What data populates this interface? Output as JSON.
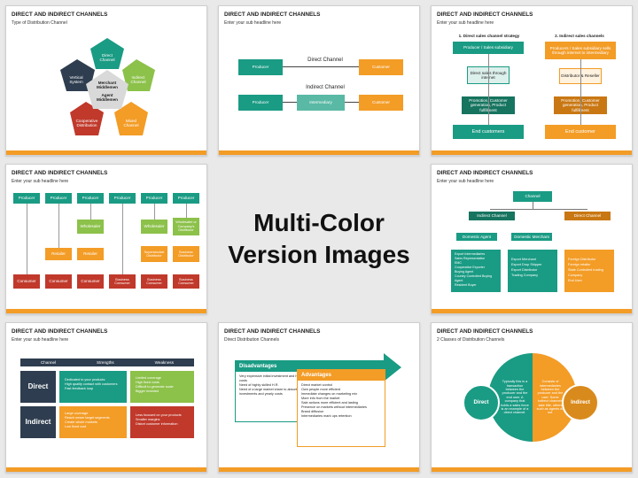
{
  "title": "DIRECT AND INDIRECT CHANNELS",
  "subhead": "Enter your sub headline here",
  "center_label": [
    "Multi-Color",
    "Version Images"
  ],
  "slide1": {
    "subtitle": "Type of Distribution Channel",
    "p1": "Direct Channel",
    "p2": "Indirect Channel",
    "p3": "Mixed Channel",
    "p4": "Cooperative Distribution",
    "p5": "Vertical System",
    "center": "Merchant Middlemen",
    "center2": "Agent Middlemen"
  },
  "slide2": {
    "direct": "Direct Channel",
    "indirect": "Indirect Channel",
    "producer": "Producer",
    "customer": "Customer",
    "intermediary": "Intermediary"
  },
  "slide3": {
    "h1": "1. Direct sales channel strategy",
    "h2": "2. Indirect sales channels",
    "a1": "Producer / Sales subsidiary",
    "a2": "Direct sales through internet",
    "a3": "Promotion, Customer generation, Product fulfillment",
    "a4": "End customers",
    "b1": "Producers / Sales subsidiary sells through internet to intermediary",
    "b2": "Distributor & Reseller",
    "b3": "Promotion, Customer generation, Product fulfillment",
    "b4": "End customer"
  },
  "slide4": {
    "producer": "Producer",
    "wholesaler": "Wholesaler",
    "wholesaler2": "Wholesaler or Company's Distributor",
    "retailer": "Retailer",
    "superstockist": "Superstockist Distributor",
    "business_distributor": "Business Distributor",
    "consumer": "Consumer",
    "business_consumer": "Business Consumer"
  },
  "slide5": {
    "channel": "Channel",
    "indirect": "Indirect Channel",
    "direct": "Direct Channel",
    "domestic_agent": "Domestic Agent",
    "domestic_merchant": "Domestic Merchant",
    "agent_list": [
      "Export Intermediaries",
      "Sales Representative",
      "EMC",
      "Cooperative Exporter",
      "Buying Agent",
      "Country Controlled Buying Agent",
      "Resident Buyer"
    ],
    "merchant_list": [
      "Export Merchant",
      "Export Drop Shipper",
      "Export Distributor",
      "Trading Company"
    ],
    "direct_list": [
      "Foreign Distributor",
      "Foreign retailer",
      "State Controlled trading Company",
      "End User"
    ]
  },
  "slide6": {
    "col1": "Channel",
    "col2": "Strengths",
    "col3": "Weakness",
    "direct": "Direct",
    "indirect": "Indirect",
    "d_str": [
      "Dedicated to your products",
      "High quality contact with customers",
      "Fast feedback loop"
    ],
    "d_weak": [
      "Limited coverage",
      "High fixed costs",
      "Difficult to generate scale",
      "Bigger invested"
    ],
    "i_str": [
      "Large coverage",
      "Reach newer target segments",
      "Create whole markets",
      "Low fixed cost"
    ],
    "i_weak": [
      "Less focused on your products",
      "Smaller margins",
      "Distort customer information"
    ]
  },
  "slide7": {
    "subtitle": "Direct Distribution Channels",
    "disadvantages": "Disadvantages",
    "advantages": "Advantages",
    "dis_list": [
      "Very expensive initial investment and high yearly costs",
      "Need of highly skilled H.R.",
      "Need of a large market share to absorb investments and yearly costs"
    ],
    "adv_list": [
      "Direct market control",
      "Own people more efficient",
      "Immediate changes on marketing mix",
      "More info from the market",
      "Sale actions more efficient and lasting",
      "Presence on markets without intermediaries",
      "Brand diffusion",
      "Intermediaries mark ups retention"
    ]
  },
  "slide8": {
    "subtitle": "2 Classes of Distribution Channels",
    "direct": "Direct",
    "indirect": "Indirect",
    "left_text": "Typically this is a transaction between the producer and the end user. A company that holds a sales force is an example of a direct channel.",
    "right_text": "Consists of intermediaries between the producer and the user. Some indirect channels take title, others such as agents do not."
  },
  "colors": {
    "teal": "#1a9b84",
    "orange": "#f39c26",
    "green": "#8cc14a",
    "red": "#c0392b",
    "navy": "#2e3d4f"
  }
}
